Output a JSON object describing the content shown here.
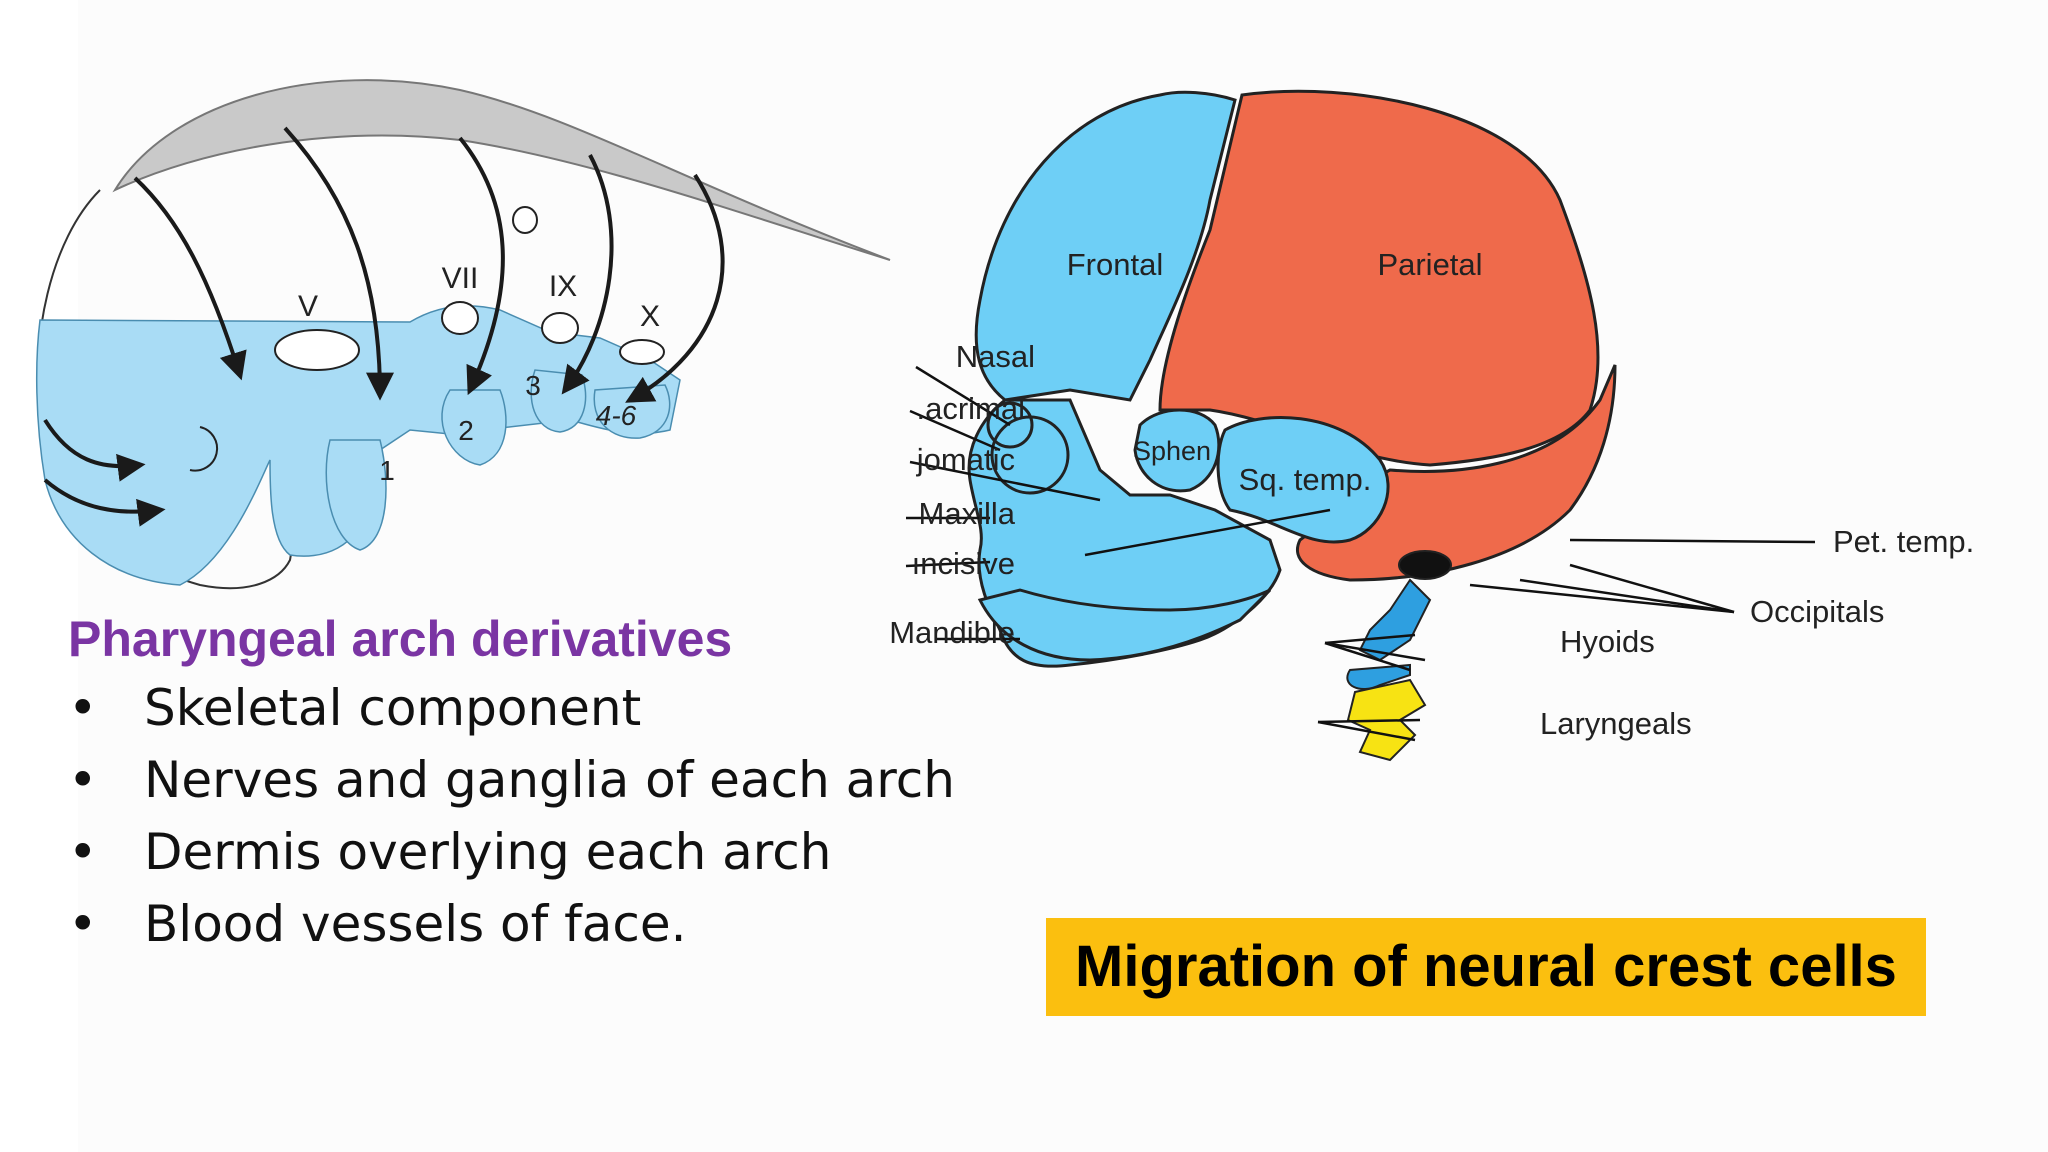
{
  "embryo": {
    "nerves": [
      "V",
      "VII",
      "IX",
      "X"
    ],
    "arches": [
      "1",
      "2",
      "3",
      "4-6"
    ]
  },
  "skull": {
    "regions": [
      "Frontal",
      "Parietal",
      "Sphen",
      "Sq. temp."
    ],
    "left_labels": [
      "Nasal",
      ".acrimal",
      "јomatic",
      "Maxilla",
      "ıncisive",
      "Mandible"
    ],
    "right_labels": [
      "Pet. temp.",
      "Occipitals",
      "Hyoids",
      "Laryngeals"
    ]
  },
  "derivatives": {
    "title": "Pharyngeal arch derivatives",
    "bullet_symbol": "•",
    "items": [
      "Skeletal component",
      "Nerves and ganglia of each arch",
      "Dermis overlying each arch",
      "Blood vessels of face."
    ]
  },
  "banner": "Migration of neural crest cells",
  "colors": {
    "blue": "#6ecff6",
    "light_blue": "#a9dcf5",
    "red": "#ef6a4b",
    "yellow": "#f7e313",
    "purple": "#7a35a3",
    "banner": "#fbbf0f"
  }
}
